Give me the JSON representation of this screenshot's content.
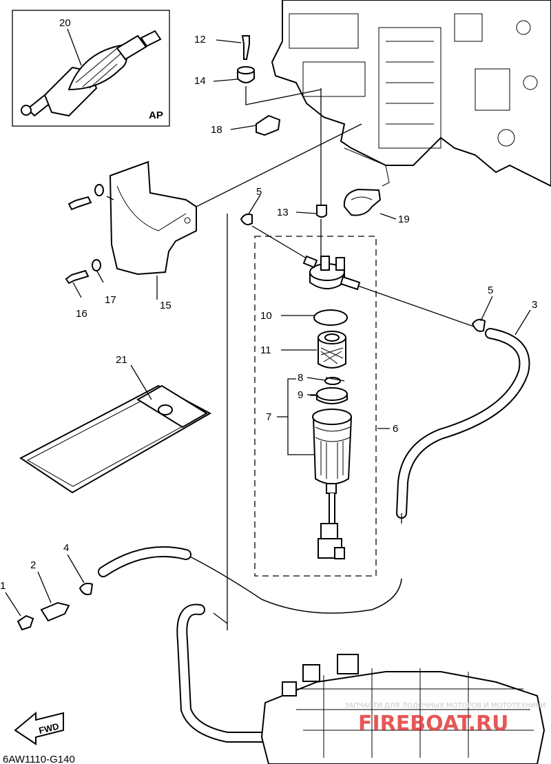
{
  "callouts": {
    "c1": "1",
    "c2": "2",
    "c3": "3",
    "c4": "4",
    "c5a": "5",
    "c5b": "5",
    "c6": "6",
    "c7": "7",
    "c8": "8",
    "c9": "9",
    "c10": "10",
    "c11": "11",
    "c12": "12",
    "c13": "13",
    "c14": "14",
    "c15": "15",
    "c16": "16",
    "c17": "17",
    "c18": "18",
    "c19": "19",
    "c20": "20",
    "c21": "21"
  },
  "inset_tag": "AP",
  "fwd_label": "FWD",
  "drawing_code": "6AW1110-G140",
  "watermark": {
    "caption": "ЗАПЧАСТИ ДЛЯ ЛОДОЧНЫХ МОТОРОВ И МОТОТЕХНИКИ",
    "brand": "FIREBOAT.RU"
  },
  "colors": {
    "line": "#000000",
    "watermark": "#e02020",
    "background": "#ffffff"
  }
}
